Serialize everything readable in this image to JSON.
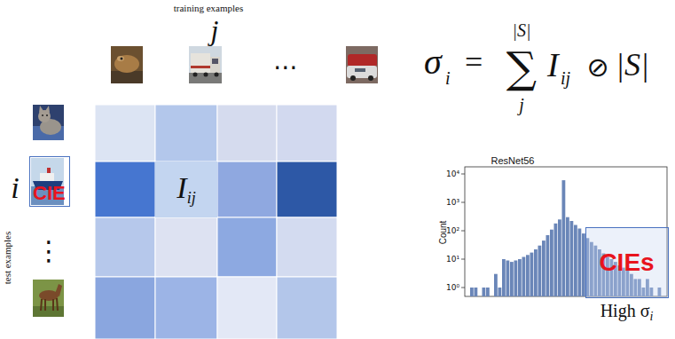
{
  "diagram": {
    "nodes": [
      {
        "text": [
          "CIE"
        ]
      },
      {
        "text": [
          "I",
          "ij"
        ]
      },
      {
        "text": [
          "CIEs",
          "High σ",
          "i"
        ]
      }
    ],
    "labels": [
      "training examples",
      "j",
      "⋯",
      "test examples",
      "i",
      "⋮",
      "σ",
      "i",
      "=",
      "∑",
      "|S|",
      "j",
      "I",
      "ij",
      "⊘",
      "|S|",
      "ResNet56",
      "Count",
      "10⁴",
      "10³",
      "10²",
      "10¹",
      "10⁰"
    ]
  }
}
